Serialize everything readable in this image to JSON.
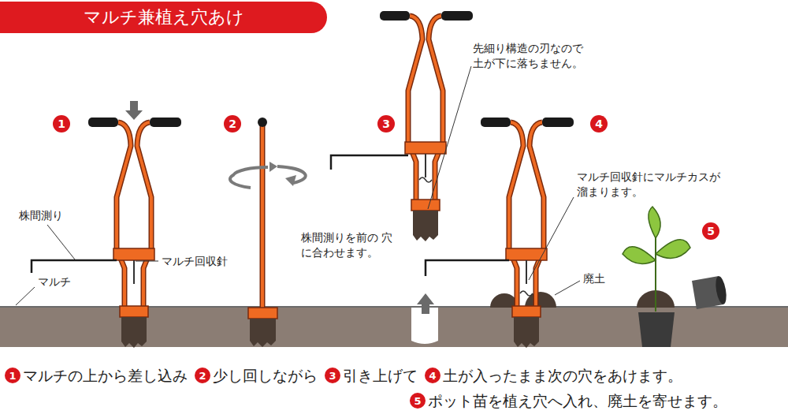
{
  "diagram": {
    "nodes": [
      {
        "text": [
          "マルチ兼植え穴あけ"
        ]
      },
      {
        "text": [
          "1"
        ]
      },
      {
        "text": [
          "2"
        ]
      },
      {
        "text": [
          "3"
        ]
      },
      {
        "text": [
          "4"
        ]
      },
      {
        "text": [
          "5"
        ]
      },
      {
        "text": [
          "1"
        ]
      },
      {
        "text": [
          "2"
        ]
      },
      {
        "text": [
          "3"
        ]
      },
      {
        "text": [
          "4"
        ]
      },
      {
        "text": [
          "5"
        ]
      }
    ],
    "labels": [
      "株間測り",
      "マルチ",
      "マルチ回収針",
      "先細り構造の刃なので 土が下に落ちません。",
      "株間測りを前の 穴に合わせます。",
      "マルチ回収針にマルチカスが 溜まります。",
      "廃土",
      "マルチの上から差し込み",
      "少し回しながら",
      "引き上げて",
      "土が入ったまま次の穴をあけます。",
      "ポット苗を植え穴へ入れ、廃土を寄せます。"
    ]
  }
}
